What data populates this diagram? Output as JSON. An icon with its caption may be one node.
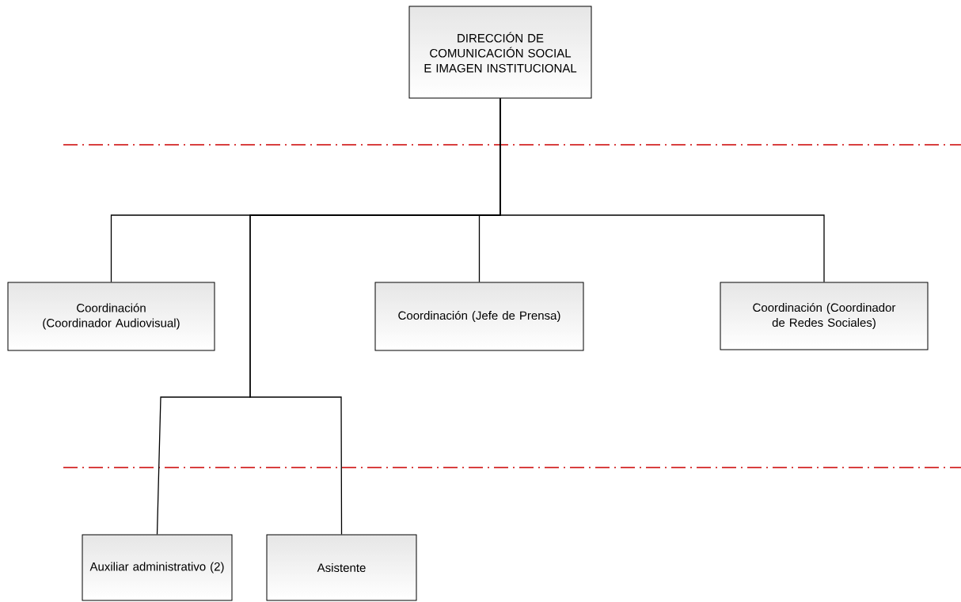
{
  "diagram": {
    "nodes": [
      {
        "text": [
          "DIRECCIÓN DE COMUNICACIÓN SOCIAL E IMAGEN INSTITUCIONAL"
        ]
      },
      {
        "text": [
          "Coordinación (Coordinador Audiovisual)"
        ]
      },
      {
        "text": [
          "Coordinación (Jefe de Prensa)"
        ]
      },
      {
        "text": [
          "Coordinación (Coordinador de Redes Sociales)"
        ]
      },
      {
        "text": [
          "Auxiliar administrativo (2)"
        ]
      },
      {
        "text": [
          "Asistente"
        ]
      }
    ],
    "edges": [
      {
        "from": 0,
        "to": 1,
        "arrow": "none"
      },
      {
        "from": 0,
        "to": 2,
        "arrow": "none"
      },
      {
        "from": 0,
        "to": 3,
        "arrow": "none"
      },
      {
        "from": 0,
        "to": 4,
        "arrow": "none"
      },
      {
        "from": 0,
        "to": 5,
        "arrow": "none"
      }
    ]
  }
}
